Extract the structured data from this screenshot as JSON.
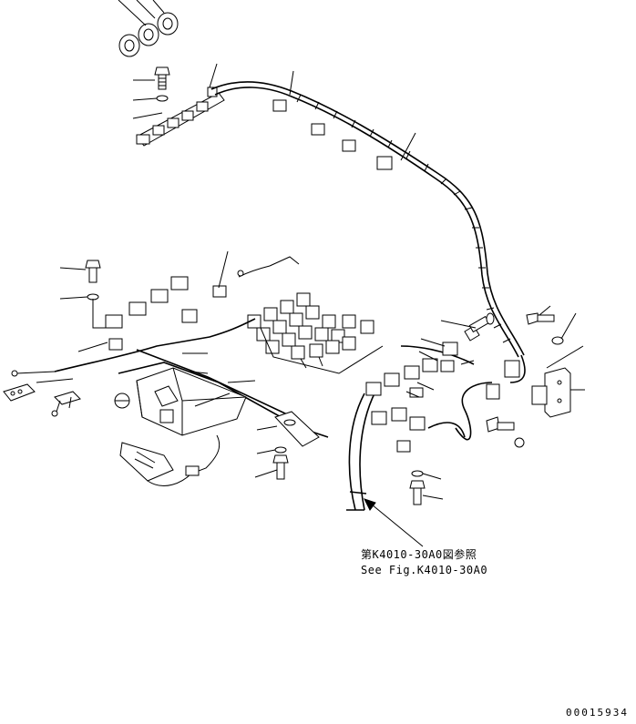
{
  "drawing": {
    "reference_jp": "第K4010-30A0図参照",
    "reference_en": "See Fig.K4010-30A0",
    "document_number": "00015934"
  },
  "colors": {
    "line": "#000000",
    "background": "#ffffff"
  },
  "parts": [
    "grommet",
    "bolt",
    "washer",
    "wiring-harness",
    "connector",
    "relay",
    "bracket",
    "controller",
    "clamp"
  ]
}
